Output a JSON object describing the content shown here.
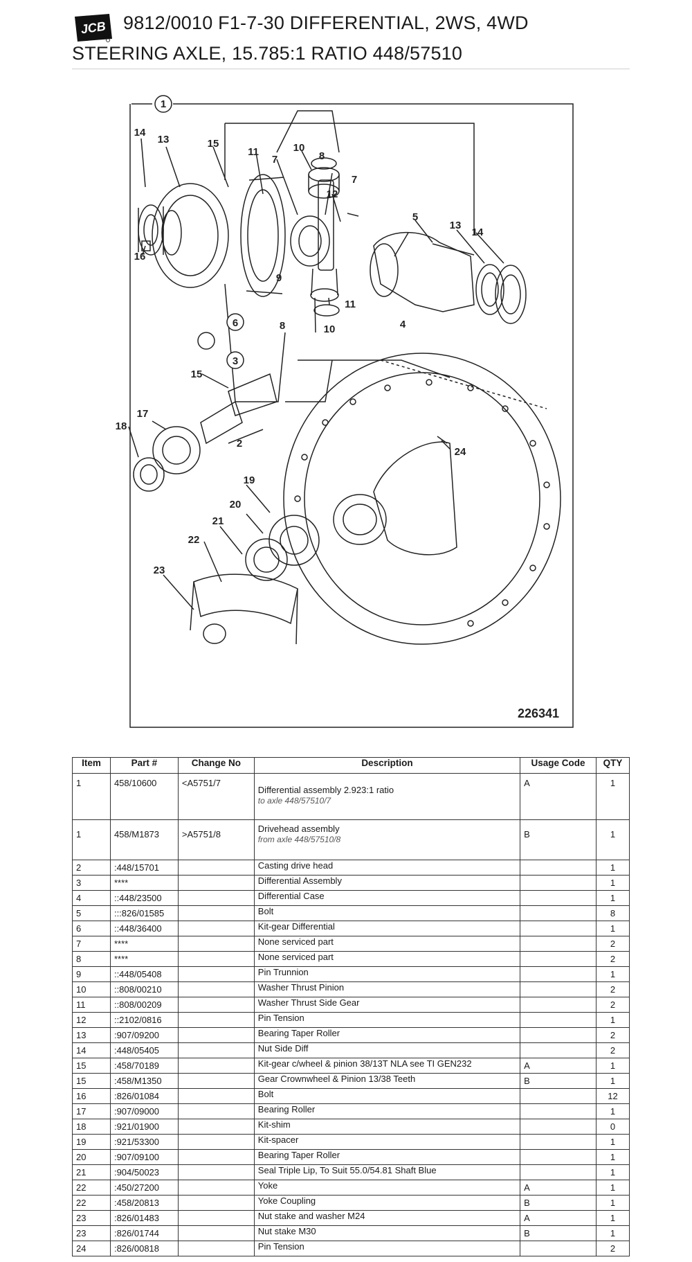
{
  "header": {
    "logo_text": "JCB",
    "title_line1": "9812/0010 F1-7-30 DIFFERENTIAL, 2WS, 4WD",
    "title_line2": "STEERING AXLE, 15.785:1 RATIO 448/57510"
  },
  "diagram": {
    "figure_number": "226341",
    "callouts": [
      "1",
      "2",
      "3",
      "4",
      "5",
      "6",
      "7",
      "7",
      "8",
      "8",
      "9",
      "10",
      "10",
      "11",
      "11",
      "12",
      "13",
      "13",
      "14",
      "14",
      "15",
      "15",
      "16",
      "17",
      "18",
      "19",
      "20",
      "21",
      "22",
      "23",
      "24"
    ]
  },
  "table": {
    "headers": [
      "Item",
      "Part #",
      "Change No",
      "Description",
      "Usage Code",
      "QTY"
    ],
    "rows": [
      {
        "item": "1",
        "part": "458/10600",
        "change": "<A5751/7",
        "desc": "Differential assembly 2.923:1 ratio",
        "note": "to axle 448/57510/7",
        "usage": "A",
        "qty": "1"
      },
      {
        "item": "1",
        "part": "458/M1873",
        "change": ">A5751/8",
        "desc": "Drivehead assembly",
        "note": "from axle 448/57510/8",
        "usage": "B",
        "qty": "1"
      },
      {
        "item": "2",
        "part": ":448/15701",
        "change": "",
        "desc": "Casting drive head",
        "note": "",
        "usage": "",
        "qty": "1"
      },
      {
        "item": "3",
        "part": "****",
        "change": "",
        "desc": "Differential Assembly",
        "note": "",
        "usage": "",
        "qty": "1"
      },
      {
        "item": "4",
        "part": "::448/23500",
        "change": "",
        "desc": "Differential Case",
        "note": "",
        "usage": "",
        "qty": "1"
      },
      {
        "item": "5",
        "part": ":::826/01585",
        "change": "",
        "desc": "Bolt",
        "note": "",
        "usage": "",
        "qty": "8"
      },
      {
        "item": "6",
        "part": "::448/36400",
        "change": "",
        "desc": "Kit-gear Differential",
        "note": "",
        "usage": "",
        "qty": "1"
      },
      {
        "item": "7",
        "part": "****",
        "change": "",
        "desc": "None serviced part",
        "note": "",
        "usage": "",
        "qty": "2"
      },
      {
        "item": "8",
        "part": "****",
        "change": "",
        "desc": "None serviced part",
        "note": "",
        "usage": "",
        "qty": "2"
      },
      {
        "item": "9",
        "part": "::448/05408",
        "change": "",
        "desc": "Pin Trunnion",
        "note": "",
        "usage": "",
        "qty": "1"
      },
      {
        "item": "10",
        "part": "::808/00210",
        "change": "",
        "desc": "Washer Thrust Pinion",
        "note": "",
        "usage": "",
        "qty": "2"
      },
      {
        "item": "11",
        "part": "::808/00209",
        "change": "",
        "desc": "Washer Thrust Side Gear",
        "note": "",
        "usage": "",
        "qty": "2"
      },
      {
        "item": "12",
        "part": "::2102/0816",
        "change": "",
        "desc": "Pin Tension",
        "note": "",
        "usage": "",
        "qty": "1"
      },
      {
        "item": "13",
        "part": ":907/09200",
        "change": "",
        "desc": "Bearing Taper Roller",
        "note": "",
        "usage": "",
        "qty": "2"
      },
      {
        "item": "14",
        "part": ":448/05405",
        "change": "",
        "desc": "Nut Side Diff",
        "note": "",
        "usage": "",
        "qty": "2"
      },
      {
        "item": "15",
        "part": ":458/70189",
        "change": "",
        "desc": "Kit-gear c/wheel & pinion 38/13T NLA see TI GEN232",
        "note": "",
        "usage": "A",
        "qty": "1"
      },
      {
        "item": "15",
        "part": ":458/M1350",
        "change": "",
        "desc": "Gear Crownwheel & Pinion 13/38 Teeth",
        "note": "",
        "usage": "B",
        "qty": "1"
      },
      {
        "item": "16",
        "part": ":826/01084",
        "change": "",
        "desc": "Bolt",
        "note": "",
        "usage": "",
        "qty": "12"
      },
      {
        "item": "17",
        "part": ":907/09000",
        "change": "",
        "desc": "Bearing Roller",
        "note": "",
        "usage": "",
        "qty": "1"
      },
      {
        "item": "18",
        "part": ":921/01900",
        "change": "",
        "desc": "Kit-shim",
        "note": "",
        "usage": "",
        "qty": "0"
      },
      {
        "item": "19",
        "part": ":921/53300",
        "change": "",
        "desc": "Kit-spacer",
        "note": "",
        "usage": "",
        "qty": "1"
      },
      {
        "item": "20",
        "part": ":907/09100",
        "change": "",
        "desc": "Bearing Taper Roller",
        "note": "",
        "usage": "",
        "qty": "1"
      },
      {
        "item": "21",
        "part": ":904/50023",
        "change": "",
        "desc": "Seal Triple Lip, To Suit 55.0/54.81 Shaft Blue",
        "note": "",
        "usage": "",
        "qty": "1"
      },
      {
        "item": "22",
        "part": ":450/27200",
        "change": "",
        "desc": "Yoke",
        "note": "",
        "usage": "A",
        "qty": "1"
      },
      {
        "item": "22",
        "part": ":458/20813",
        "change": "",
        "desc": "Yoke Coupling",
        "note": "",
        "usage": "B",
        "qty": "1"
      },
      {
        "item": "23",
        "part": ":826/01483",
        "change": "",
        "desc": "Nut stake and washer M24",
        "note": "",
        "usage": "A",
        "qty": "1"
      },
      {
        "item": "23",
        "part": ":826/01744",
        "change": "",
        "desc": "Nut stake M30",
        "note": "",
        "usage": "B",
        "qty": "1"
      },
      {
        "item": "24",
        "part": ":826/00818",
        "change": "",
        "desc": "Pin Tension",
        "note": "",
        "usage": "",
        "qty": "2"
      }
    ]
  }
}
